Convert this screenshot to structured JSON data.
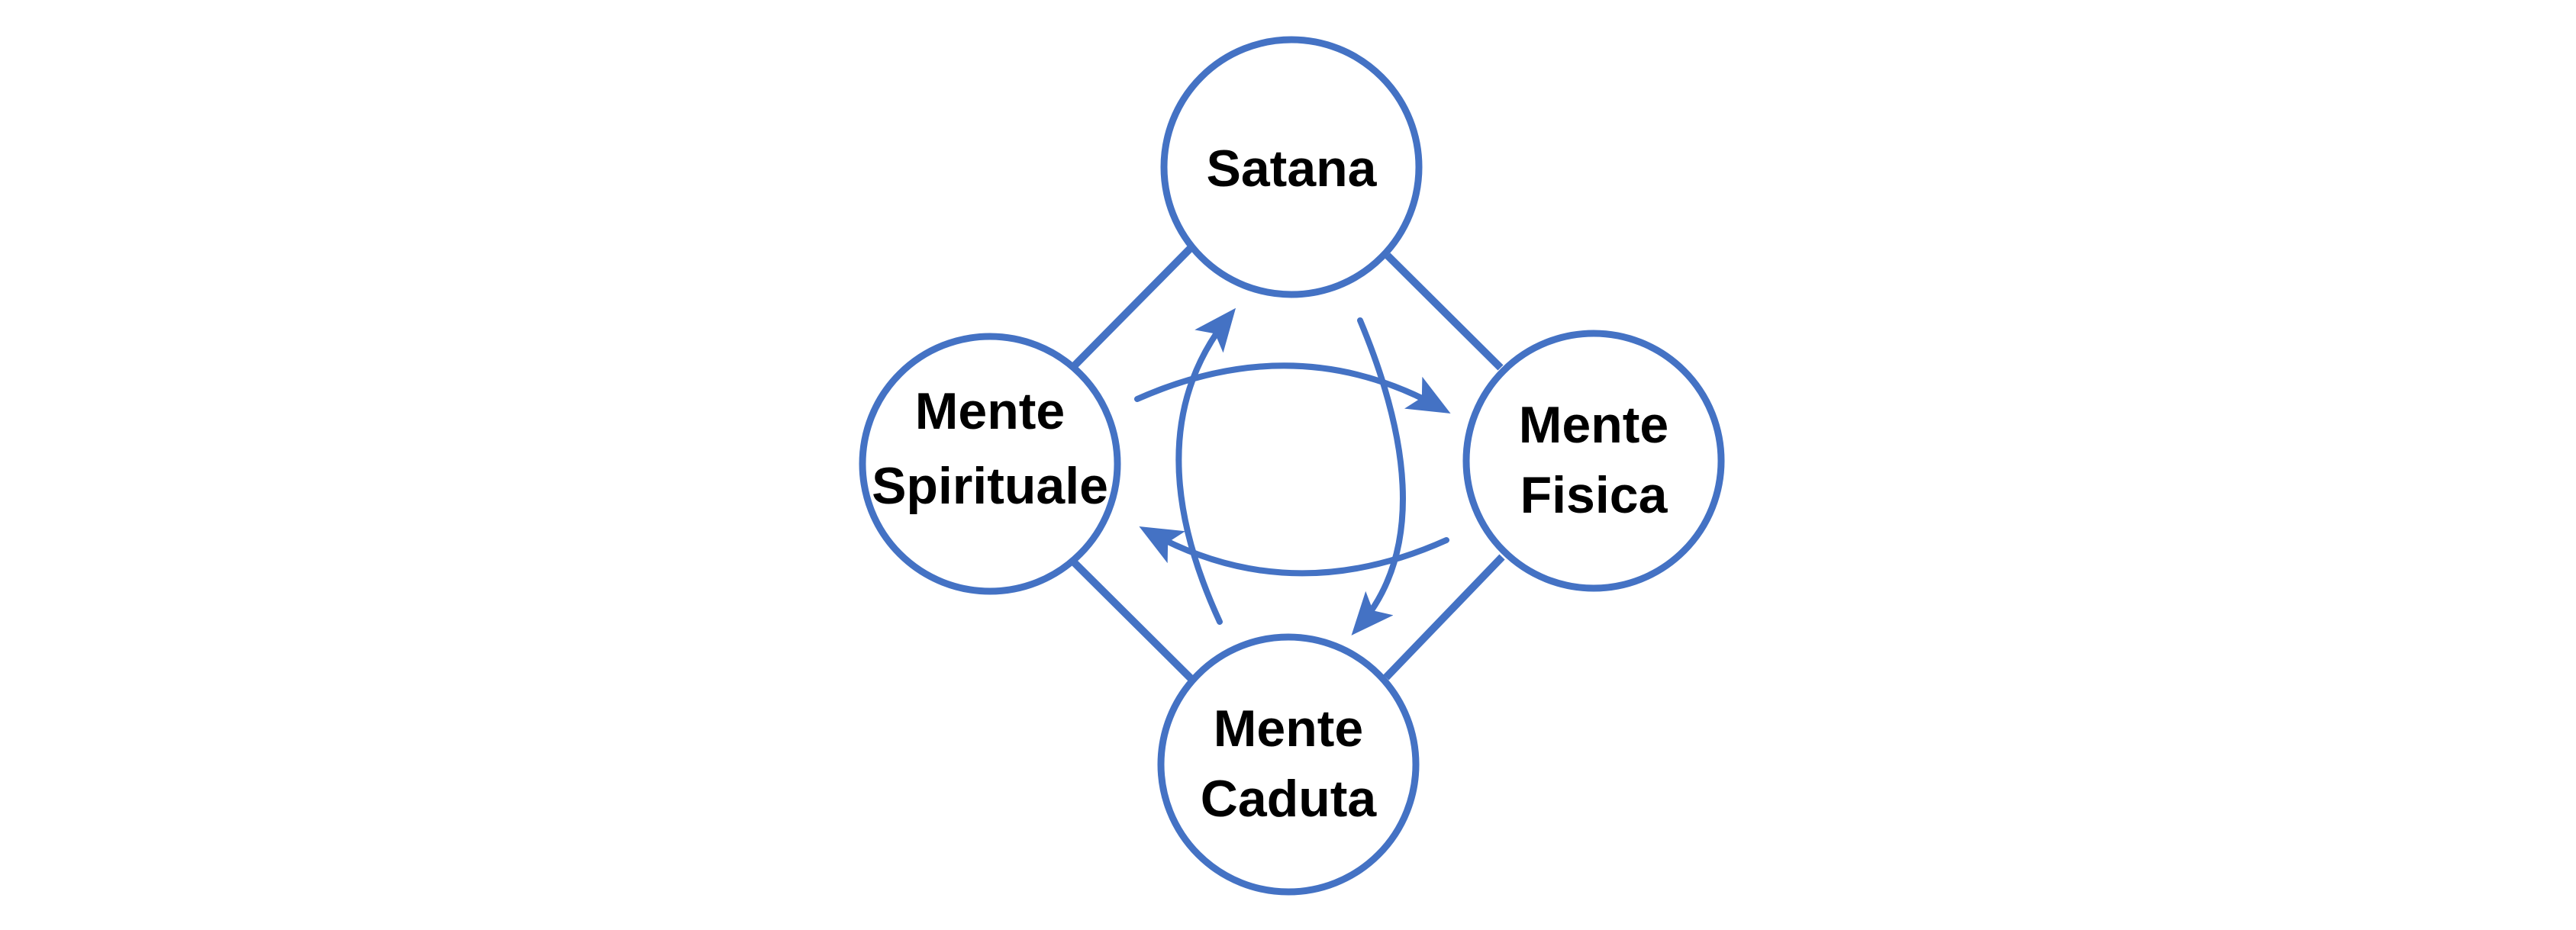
{
  "colors": {
    "accent": "#4472C4",
    "text": "#000000",
    "background": "#FFFFFF"
  },
  "nodes": {
    "satana": {
      "line1": "Satana"
    },
    "spirituale": {
      "line1": "Mente",
      "line2": "Spirituale"
    },
    "fisica": {
      "line1": "Mente",
      "line2": "Fisica"
    },
    "caduta": {
      "line1": "Mente",
      "line2": "Caduta"
    }
  }
}
